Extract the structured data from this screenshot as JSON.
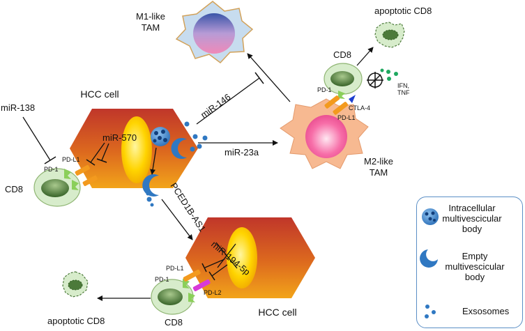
{
  "cells": {
    "hcc_top": "HCC cell",
    "hcc_bottom": "HCC cell",
    "m1": "M1-like\nTAM",
    "m2": "M2-like\nTAM",
    "cd8_left": "CD8",
    "cd8_right": "CD8",
    "cd8_bottom": "CD8",
    "apoptotic_top": "apoptotic CD8",
    "apoptotic_bottom": "apoptotic CD8"
  },
  "mirnas": {
    "mir138": "miR-138",
    "mir146": "miR-146",
    "mir23a": "miR-23a",
    "mir570": "miR-570",
    "pced": "PCED1B-AS1",
    "mir194": "miR-194-5p"
  },
  "receptors": {
    "pd1_left": "PD-1",
    "pdl1_left": "PD-L1",
    "pd1_right": "PD-1",
    "ctla4": "CTLA-4",
    "pdl1_right": "PD-L1",
    "pd1_bottom": "PD-1",
    "pdl1_bottom": "PD-L1",
    "pdl2_bottom": "PD-L2",
    "ifn_tnf": "IFN,\nTNF"
  },
  "legend": {
    "intracellular": "Intracellular\nmultivescicular\nbody",
    "empty": "Empty\nmultivescicular\nbody",
    "exosomes": "Exsosomes"
  },
  "colors": {
    "cd8_fill": "#d7eccb",
    "nucleus_green": "#4c7a3a",
    "mvb_blue": "#2f78c2",
    "m1_fill": "#c7dcef",
    "m2_fill": "#f7b991",
    "pdl1_orange": "#f39a1e",
    "pdl2_magenta": "#d83ad8",
    "legend_border": "#5b8fc6"
  }
}
